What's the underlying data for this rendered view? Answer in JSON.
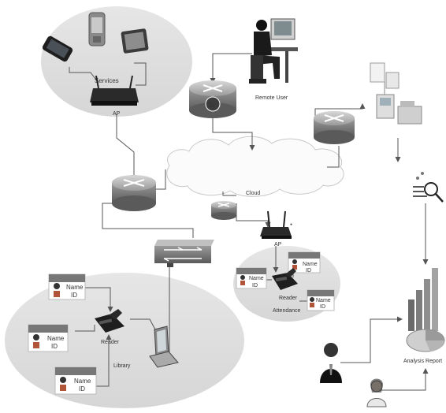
{
  "labels": {
    "services": "Services",
    "ap_top": "AP",
    "remote_user": "Remote User",
    "cloud": "Cloud",
    "ap_mid": "AP",
    "reader_right": "Reader",
    "attendance": "Attendance",
    "reader_left": "Reader",
    "library": "Library",
    "analysis_report": "Analysis Report",
    "router_badge": "Si"
  },
  "cards": [
    {
      "name": "Name",
      "id": "ID"
    },
    {
      "name": "Name",
      "id": "ID"
    },
    {
      "name": "Name",
      "id": "ID"
    },
    {
      "name": "Name",
      "id": "ID"
    },
    {
      "name": "Name",
      "id": "ID"
    },
    {
      "name": "Name",
      "id": "ID"
    }
  ]
}
